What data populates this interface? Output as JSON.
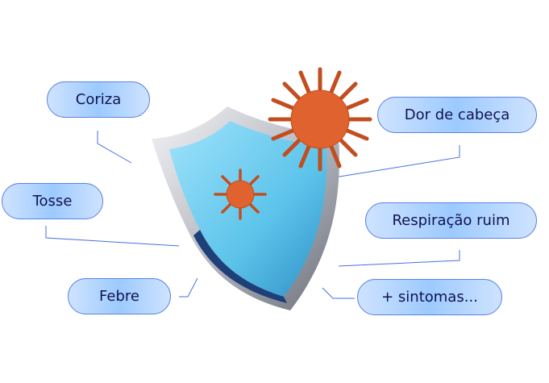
{
  "symptoms": {
    "coriza": "Coriza",
    "tosse": "Tosse",
    "febre": "Febre",
    "dor_de_cabeca": "Dor de cabeça",
    "respiracao_ruim": "Respiração ruim",
    "mais_sintomas": "+ sintomas..."
  },
  "colors": {
    "pill_border": "#5b82e6",
    "pill_text": "#12124e",
    "shield": "#5cc3ea",
    "virus": "#e0622e",
    "line": "#4a6fe0"
  }
}
